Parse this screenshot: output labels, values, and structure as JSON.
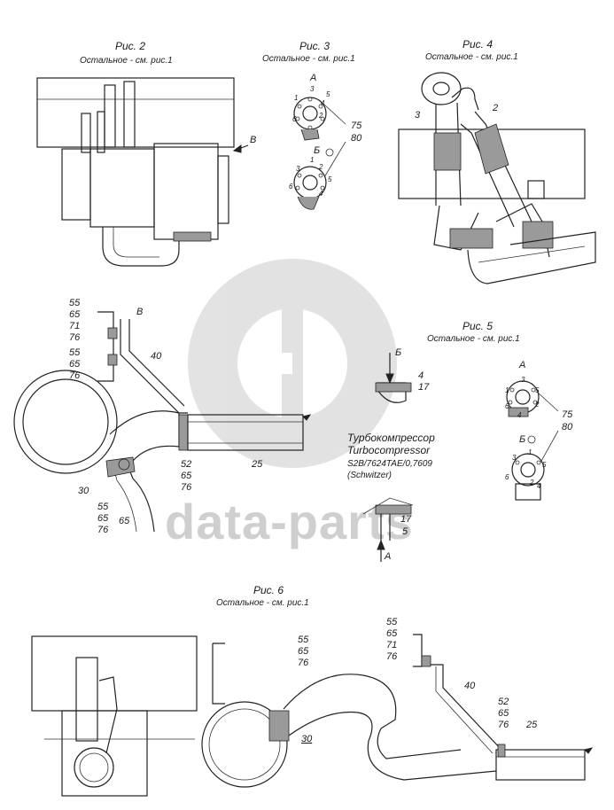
{
  "watermark": {
    "text": "data-parts"
  },
  "figures": {
    "fig2": {
      "title": "Рис. 2",
      "note": "Остальное - см. рис.1",
      "view_marker": "В"
    },
    "fig3": {
      "title": "Рис. 3",
      "note": "Остальное - см. рис.1",
      "view_a": "А",
      "view_b": "Б",
      "a_points": [
        "1",
        "2",
        "3",
        "4",
        "5",
        "6"
      ],
      "b_points": [
        "1",
        "2",
        "3",
        "4",
        "5",
        "6"
      ],
      "refs": [
        "75",
        "80"
      ]
    },
    "fig4": {
      "title": "Рис. 4",
      "note": "Остальное - см. рис.1",
      "refs": [
        "2",
        "3"
      ]
    },
    "fig5": {
      "title": "Рис. 5",
      "note": "Остальное - см. рис.1",
      "view_a": "А",
      "view_b": "Б",
      "a_points": [
        "1",
        "2",
        "3",
        "4",
        "5",
        "6"
      ],
      "b_points": [
        "1",
        "2",
        "3",
        "4",
        "5",
        "6"
      ],
      "refs": [
        "75",
        "80"
      ]
    },
    "fig6": {
      "title": "Рис. 6",
      "note": "Остальное - см. рис.1"
    }
  },
  "view_v": {
    "label": "В",
    "stack_top": [
      "55",
      "65",
      "71",
      "76"
    ],
    "stack_mid": [
      "55",
      "65",
      "76"
    ],
    "ref_40": "40",
    "ref_25": "25",
    "stack_right": [
      "52",
      "65",
      "76"
    ],
    "ref_30": "30",
    "stack_bottom": [
      "55",
      "65",
      "76"
    ],
    "ref_65": "65"
  },
  "turbo": {
    "view_b": "Б",
    "ref_4": "4",
    "ref_17_top": "17",
    "name_ru": "Турбокомпрессор",
    "name_en": "Turbocompressor",
    "model": "S2B/7624TAE/0,7609",
    "maker": "(Schwitzer)",
    "ref_17_bottom": "17",
    "ref_5": "5",
    "view_a": "А"
  },
  "fig6_detail": {
    "stack_left": [
      "55",
      "65",
      "76"
    ],
    "stack_top": [
      "55",
      "65",
      "71",
      "76"
    ],
    "ref_40": "40",
    "stack_right": [
      "52",
      "65",
      "76"
    ],
    "ref_25": "25",
    "ref_30": "30"
  }
}
